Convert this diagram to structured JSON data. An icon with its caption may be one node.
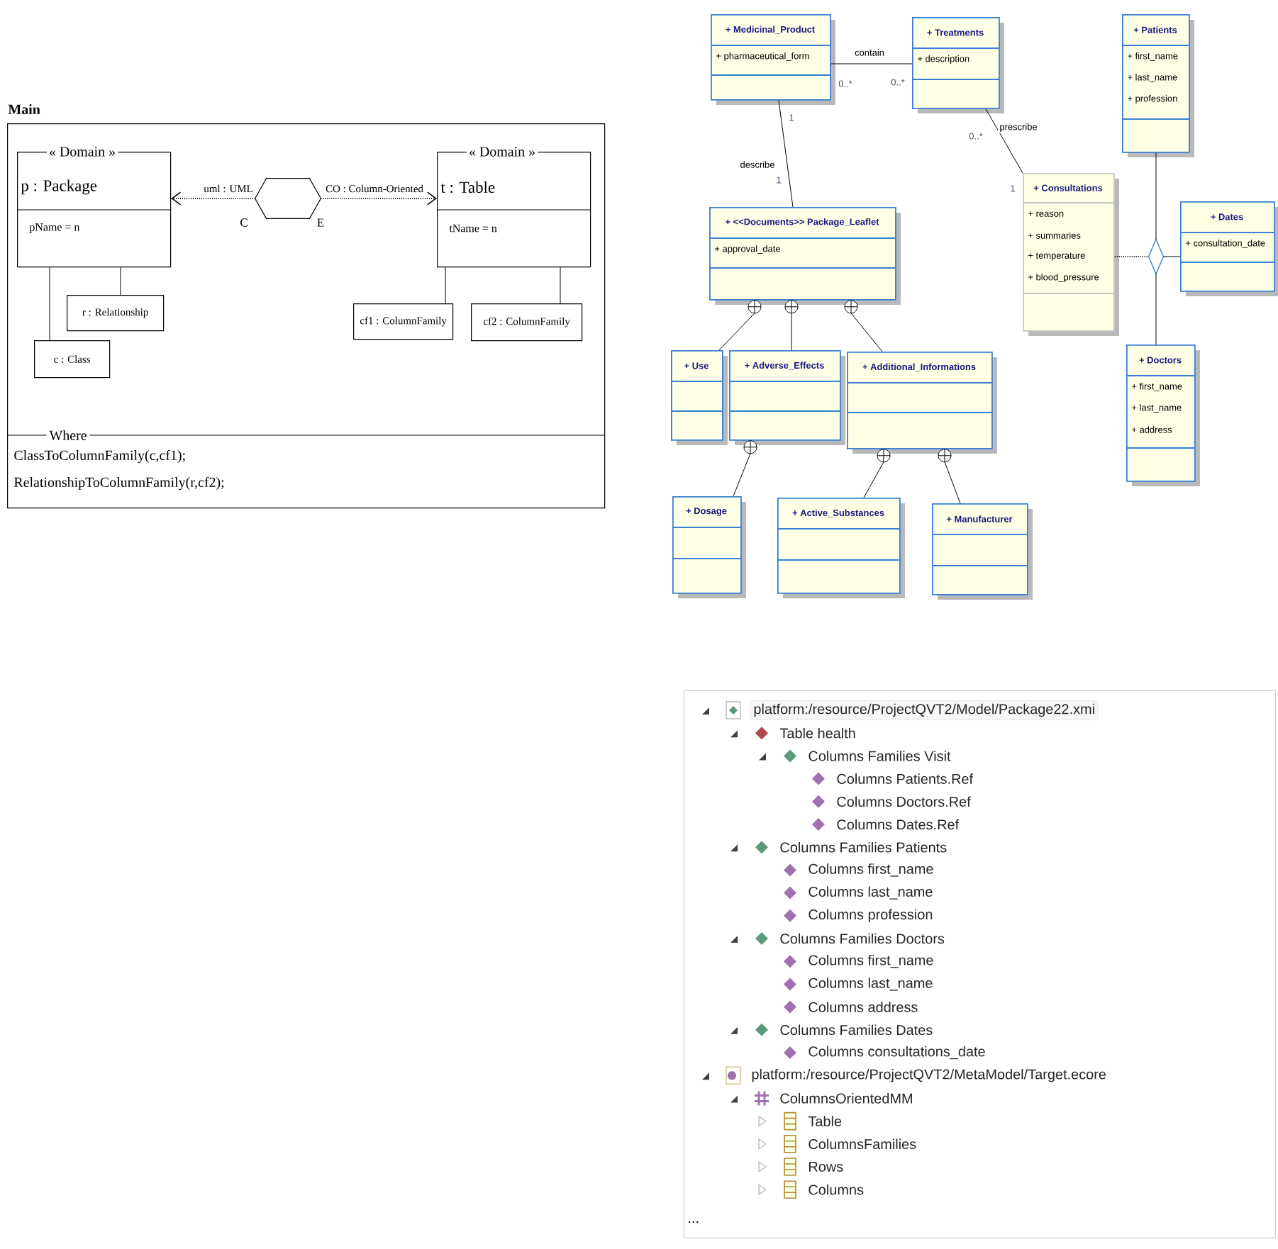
{
  "diagram": {
    "nodes": [
      {
        "text": [
          "Main",
          "Where",
          "ClassToColumnFamily(c,cf1);",
          "RelationshipToColumnFamily(r,cf2);"
        ]
      },
      {
        "text": [
          "« Domain »",
          "p : Package",
          "pName = n"
        ],
        "in": 0
      },
      {
        "text": [],
        "shape": "hexagon",
        "in": 0,
        "beside": [
          "C",
          "E"
        ]
      },
      {
        "text": [
          "« Domain »",
          "t : Table",
          "tName = n"
        ],
        "in": 0
      },
      {
        "text": [
          "r : Relationship"
        ],
        "in": 0
      },
      {
        "text": [
          "c : Class"
        ],
        "in": 0
      },
      {
        "text": [
          "cf1 : ColumnFamily"
        ],
        "in": 0
      },
      {
        "text": [
          "cf2 : ColumnFamily"
        ],
        "in": 0
      },
      {
        "text": [
          "+ Medicinal_Product",
          "+ pharmaceutical_form"
        ]
      },
      {
        "text": [
          "+ Treatments",
          "+ description"
        ]
      },
      {
        "text": [
          "+ Patients",
          "+ first_name",
          "+ last_name",
          "+ profession"
        ]
      },
      {
        "text": [
          "+ <<Documents>> Package_Leaflet",
          "+ approval_date"
        ]
      },
      {
        "text": [
          "+ Consultations",
          "+ reason",
          "+ summaries",
          "+ temperature",
          "+ blood_pressure"
        ]
      },
      {
        "text": [],
        "shape": "diamond"
      },
      {
        "text": [
          "+ Dates",
          "+ consultation_date"
        ]
      },
      {
        "text": [
          "+ Use"
        ]
      },
      {
        "text": [
          "+ Adverse_Effects"
        ]
      },
      {
        "text": [
          "+ Additional_Informations"
        ]
      },
      {
        "text": [
          "+ Doctors",
          "+ first_name",
          "+ last_name",
          "+ address"
        ]
      },
      {
        "text": [
          "+ Dosage"
        ]
      },
      {
        "text": [
          "+ Active_Substances"
        ]
      },
      {
        "text": [
          "+ Manufacturer"
        ]
      },
      {
        "text": [
          "platform:/resource/ProjectQVT2/Model/Package22.xmi",
          "Table health",
          "Columns Families Visit",
          "Columns Patients.Ref",
          "Columns Doctors.Ref",
          "Columns Dates.Ref",
          "Columns Families Patients",
          "Columns first_name",
          "Columns last_name",
          "Columns profession",
          "Columns Families Doctors",
          "Columns first_name",
          "Columns last_name",
          "Columns address",
          "Columns Families Dates",
          "Columns consultations_date",
          "platform:/resource/ProjectQVT2/MetaModel/Target.ecore",
          "ColumnsOrientedMM",
          "Table",
          "ColumnsFamilies",
          "Rows",
          "Columns",
          "..."
        ]
      }
    ],
    "edges": [
      {
        "from": 2,
        "to": 1,
        "arrow": "to",
        "style": "dashed",
        "label": "uml : UML"
      },
      {
        "from": 2,
        "to": 3,
        "arrow": "to",
        "style": "dashed",
        "label": "CO : Column-Oriented"
      },
      {
        "from": 1,
        "to": 5,
        "arrow": "none"
      },
      {
        "from": 1,
        "to": 4,
        "arrow": "none"
      },
      {
        "from": 3,
        "to": 6,
        "arrow": "none"
      },
      {
        "from": 3,
        "to": 7,
        "arrow": "none"
      },
      {
        "from": 8,
        "to": 9,
        "arrow": "none",
        "label": "contain"
      },
      {
        "from": 8,
        "to": 11,
        "arrow": "none",
        "label": "describe"
      },
      {
        "from": 9,
        "to": 12,
        "arrow": "none",
        "label": "prescribe"
      },
      {
        "from": 12,
        "to": 13,
        "arrow": "none",
        "style": "dashed"
      },
      {
        "from": 10,
        "to": 13,
        "arrow": "none"
      },
      {
        "from": 13,
        "to": 14,
        "arrow": "none"
      },
      {
        "from": 13,
        "to": 18,
        "arrow": "none"
      },
      {
        "from": 15,
        "to": 11,
        "arrow": "other"
      },
      {
        "from": 16,
        "to": 11,
        "arrow": "other"
      },
      {
        "from": 17,
        "to": 11,
        "arrow": "other"
      },
      {
        "from": 19,
        "to": 16,
        "arrow": "other"
      },
      {
        "from": 20,
        "to": 17,
        "arrow": "other"
      },
      {
        "from": 21,
        "to": 17,
        "arrow": "other"
      }
    ],
    "labels": [
      "0..*",
      "0..*",
      "1",
      "1",
      "0..*",
      "1"
    ]
  }
}
